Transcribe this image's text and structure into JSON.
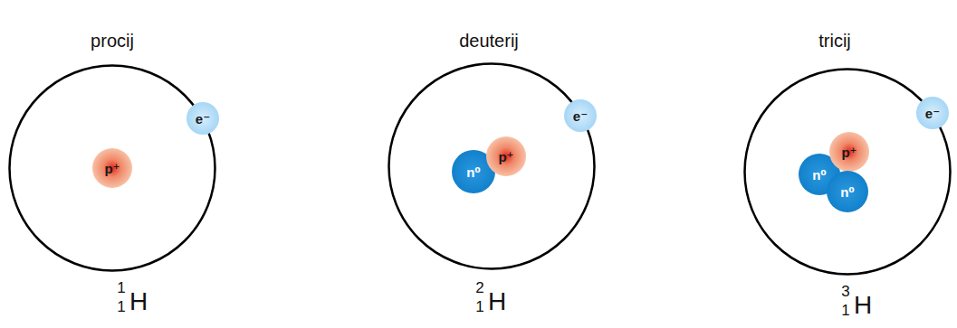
{
  "diagram": {
    "nodes": [
      {
        "text": [
          "procij"
        ]
      },
      {
        "text": [
          "p⁺"
        ],
        "in": 0
      },
      {
        "text": [
          "e⁻"
        ],
        "in": 0
      },
      {
        "text": [
          "deuterij"
        ]
      },
      {
        "text": [
          "n⁰"
        ],
        "in": 3
      },
      {
        "text": [
          "p⁺"
        ],
        "in": 3
      },
      {
        "text": [
          "e⁻"
        ],
        "in": 3
      },
      {
        "text": [
          "tricij"
        ]
      },
      {
        "text": [
          "n⁰"
        ],
        "in": 7
      },
      {
        "text": [
          "p⁺"
        ],
        "in": 7
      },
      {
        "text": [
          "n⁰"
        ],
        "in": 7
      },
      {
        "text": [
          "e⁻"
        ],
        "in": 7
      }
    ],
    "labels": [
      "1",
      "1",
      "H",
      "2",
      "1",
      "H",
      "3",
      "1",
      "H"
    ]
  }
}
